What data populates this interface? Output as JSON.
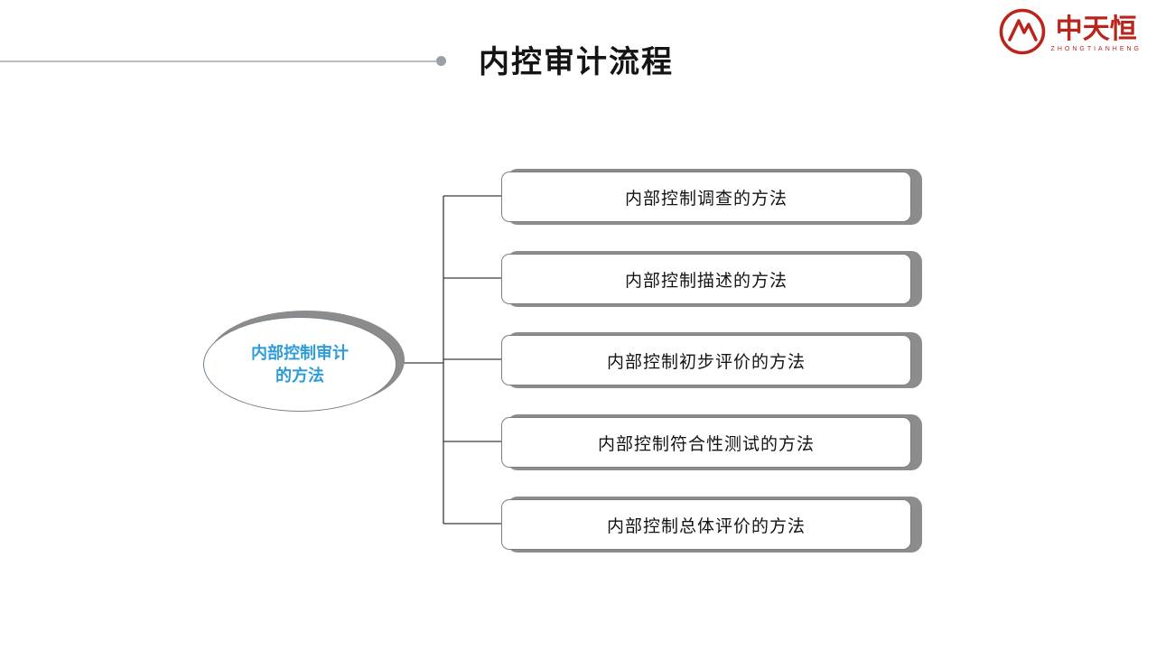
{
  "slide": {
    "title": "内控审计流程"
  },
  "logo": {
    "name": "中天恒",
    "subtext": "ZHONGTIANHENG",
    "color": "#b9251c"
  },
  "diagram": {
    "root": {
      "label": "内部控制审计的方法",
      "text_color": "#2e9cd6"
    },
    "nodes": [
      {
        "label": "内部控制调查的方法"
      },
      {
        "label": "内部控制描述的方法"
      },
      {
        "label": "内部控制初步评价的方法"
      },
      {
        "label": "内部控制符合性测试的方法"
      },
      {
        "label": "内部控制总体评价的方法"
      }
    ],
    "shadow_color": "#8c8c8c",
    "connector_color": "#3a3a3a",
    "node_border_color": "#7f7f7f"
  }
}
